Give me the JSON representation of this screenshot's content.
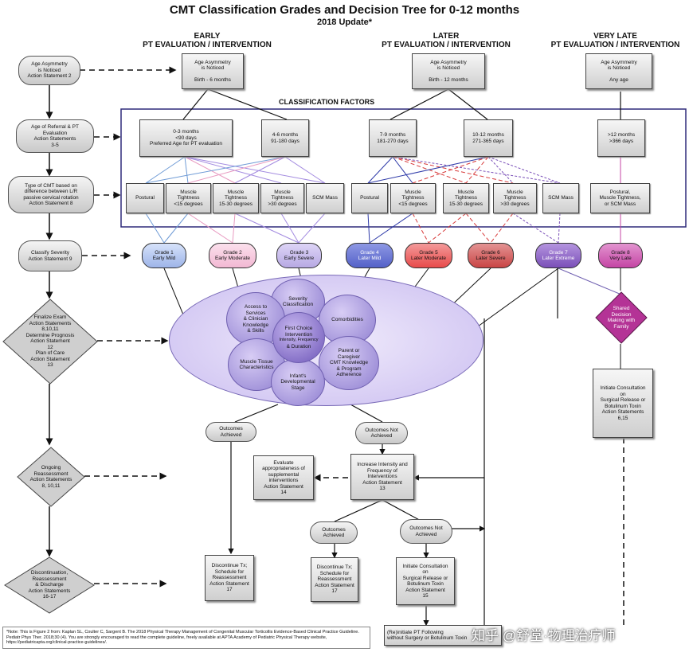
{
  "title": "CMT Classification Grades and Decision Tree for 0-12 months",
  "subtitle": "2018 Update*",
  "columns": {
    "early": [
      "EARLY",
      "PT EVALUATION / INTERVENTION"
    ],
    "later": [
      "LATER",
      "PT EVALUATION / INTERVENTION"
    ],
    "very_late": [
      "VERY LATE",
      "PT EVALUATION / INTERVENTION"
    ]
  },
  "classification_factors": "CLASSIFICATION FACTORS",
  "left_steps": [
    [
      "Age Asymmetry",
      "is Noticed",
      "Action Statement 2"
    ],
    [
      "Age of Referral & PT",
      "Evaluation",
      "Action Statements",
      "3-5"
    ],
    [
      "Type of CMT based on",
      "difference between L/R",
      "passive cervical rotation",
      "Action Statement 8"
    ],
    [
      "Classify Severity",
      "Action Statement 9"
    ],
    [
      "Finalize Exam",
      "Action Statements",
      "8,10,11",
      "Determine Prognosis",
      "Action Statement",
      "12",
      "Plan of Care",
      "Action Statement",
      "13"
    ],
    [
      "Ongoing",
      "Reassessment",
      "Action Statements",
      "8, 10,11"
    ],
    [
      "Discontinuation,",
      "Reassessment",
      "& Discharge",
      "Action Statements",
      "16-17"
    ]
  ],
  "age_boxes": {
    "early": [
      "Age Asymmetry",
      "is Noticed",
      "",
      "Birth - 6 months"
    ],
    "later": [
      "Age Asymmetry",
      "is Noticed",
      "",
      "Birth - 12 months"
    ],
    "very_late": [
      "Age Asymmetry",
      "is Noticed",
      "",
      "Any age"
    ]
  },
  "age_groups": [
    [
      "0-3 months",
      "<90 days",
      "Preferred Age for PT evaluation"
    ],
    [
      "4-6 months",
      "91-180 days"
    ],
    [
      "7-9 months",
      "181-270 days"
    ],
    [
      "10-12 months",
      "271-365 days"
    ],
    [
      ">12 months",
      ">366 days"
    ]
  ],
  "cmt_types": {
    "postural": "Postural",
    "t15": [
      "Muscle",
      "Tightness",
      "<15 degrees"
    ],
    "t1530": [
      "Muscle",
      "Tightness",
      "15-30 degrees"
    ],
    "t30": [
      "Muscle",
      "Tightness",
      ">30 degrees"
    ],
    "scm": "SCM Mass",
    "late": [
      "Postural,",
      "Muscle Tightness,",
      "or SCM Mass"
    ]
  },
  "grades": [
    {
      "label": [
        "Grade 1",
        "Early Mild"
      ],
      "color": "#9db4e8"
    },
    {
      "label": [
        "Grade 2",
        "Early Moderate"
      ],
      "color": "#f2b8d3"
    },
    {
      "label": [
        "Grade 3",
        "Early Severe"
      ],
      "color": "#b7a9e3"
    },
    {
      "label": [
        "Grade 4",
        "Later Mild"
      ],
      "color": "#5361c8"
    },
    {
      "label": [
        "Grade 5",
        "Later Moderate"
      ],
      "color": "#e84a4a"
    },
    {
      "label": [
        "Grade 6",
        "Later Severe"
      ],
      "color": "#c94545"
    },
    {
      "label": [
        "Grade 7",
        "Later Extreme"
      ],
      "color": "#7a4fb8"
    },
    {
      "label": [
        "Grade 8",
        "Very Late"
      ],
      "color": "#c445a4"
    }
  ],
  "poc": {
    "severity": [
      "Severity",
      "Classification"
    ],
    "access": [
      "Access to",
      "Services",
      "& Clinician",
      "Knowledge",
      "& Skills"
    ],
    "center": [
      "First Choice",
      "Intervention",
      "Intensity, Frequency",
      "& Duration"
    ],
    "comorbidities": "Comorbidities",
    "muscle": [
      "Muscle Tissue",
      "Characteristics"
    ],
    "parent": [
      "Parent or",
      "Caregiver",
      "CMT Knowledge",
      "& Program",
      "Adherence"
    ],
    "infant": [
      "Infant's",
      "Developmental",
      "Stage"
    ]
  },
  "shared_decision": [
    "Shared",
    "Decision",
    "Making with",
    "Family"
  ],
  "consult_late": [
    "Initiate Consultation",
    "on",
    "Surgical Release or",
    "Botulinum Toxin",
    "Action Statements",
    "6,15"
  ],
  "outcomes_achieved": [
    "Outcomes",
    "Achieved"
  ],
  "outcomes_not": [
    "Outcomes Not",
    "Achieved"
  ],
  "evaluate": [
    "Evaluate",
    "appropriateness of supplemental",
    "interventions",
    "Action Statement",
    "14"
  ],
  "increase": [
    "Increase Intensity and",
    "Frequency of",
    "Interventions",
    "Action Statement",
    "13"
  ],
  "outcomes_achieved2": [
    "Outcomes",
    "Achieved"
  ],
  "outcomes_not2": [
    "Outcomes Not",
    "Achieved"
  ],
  "discontinue": [
    "Discontinue Tx;",
    "Schedule for",
    "Reassessment",
    "Action Statement",
    "17"
  ],
  "consult2": [
    "Initiate Consultation",
    "on",
    "Surgical Release or",
    "Botulinum Toxin",
    "Action Statement",
    "15"
  ],
  "reinitiate": [
    "(Re)initiate PT Following",
    "without Surgery or Botulinum Toxin"
  ],
  "note": "*Note: This is Figure 2 from: Kaplan SL, Coulter C, Sargent B. The 2018 Physical Therapy Management of Congenital Muscular Torticollis Evidence-Based Clinical Practice Guideline. Pediatr Phys Ther. 2018;30 (4). You are strongly encouraged to read the complete guideline, freely available at APTA Academy of Pediatric Physical Therapy website, https://pediatricapta.org/clinical-practice-guidelines/.",
  "watermark": "知乎 @舒堂·物理治疗师"
}
